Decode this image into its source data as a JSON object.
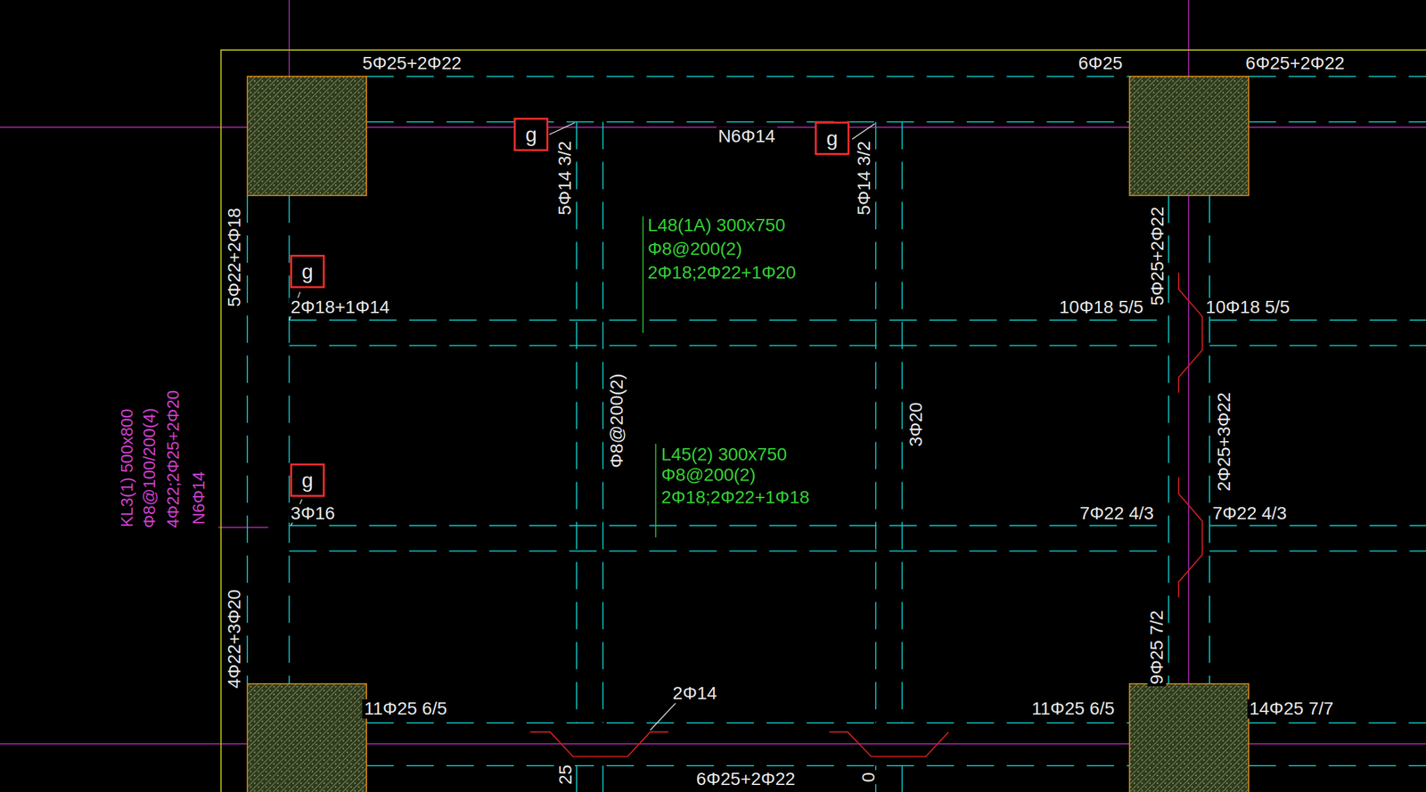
{
  "diagram": {
    "nodes": [
      {
        "text": [
          "g"
        ]
      },
      {
        "text": [
          "g"
        ]
      },
      {
        "text": [
          "g"
        ]
      },
      {
        "text": [
          "g"
        ]
      }
    ],
    "labels": [
      "5Φ25+2Φ22",
      "6Φ25",
      "6Φ25+2Φ22",
      "N6Φ14",
      "5Φ14 3/2",
      "5Φ14 3/2",
      "L48(1A) 300x750",
      "Φ8@200(2)",
      "2Φ18;2Φ22+1Φ20",
      "5Φ22+2Φ18",
      "2Φ18+1Φ14",
      "10Φ18 5/5",
      "5Φ25+2Φ22",
      "10Φ18 5/5",
      "Φ8@200(2)",
      "3Φ20",
      "L45(2) 300x750",
      "Φ8@200(2)",
      "2Φ18;2Φ22+1Φ18",
      "2Φ25+3Φ22",
      "KL3(1) 500x800",
      "Φ8@100/200(4)",
      "4Φ22;2Φ25+2Φ20",
      "N6Φ14",
      "3Φ16",
      "7Φ22 4/3",
      "7Φ22 4/3",
      "4Φ22+3Φ20",
      "9Φ25 7/2",
      "2Φ14",
      "11Φ25 6/5",
      "11Φ25 6/5",
      "14Φ25 7/7",
      "6Φ25+2Φ22",
      "25",
      "0"
    ]
  }
}
